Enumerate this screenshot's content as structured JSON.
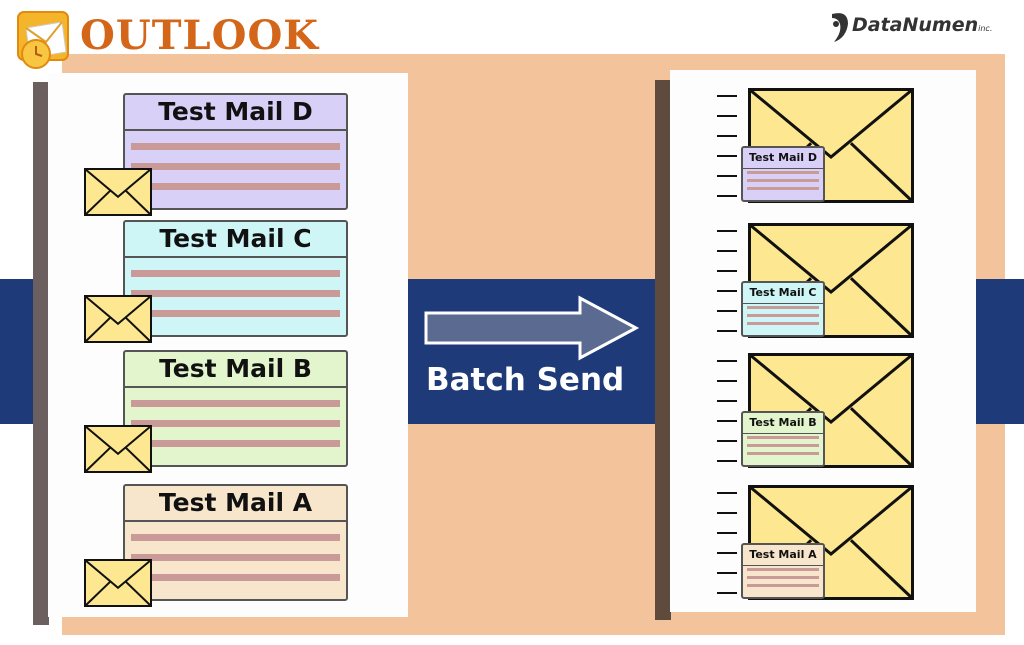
{
  "header": {
    "title": "OUTLOOK",
    "logo_text": "DataNumen",
    "logo_suffix": "inc."
  },
  "action": {
    "label": "Batch Send"
  },
  "colors": {
    "peach": "#f3c49b",
    "band": "#1f3a78",
    "arrow": "#5a6a90",
    "envelope": "#fde891",
    "lines": "#c99a98"
  },
  "mails": [
    {
      "label": "Test Mail D",
      "color": "#d9d0f7"
    },
    {
      "label": "Test Mail C",
      "color": "#cff6f6"
    },
    {
      "label": "Test Mail B",
      "color": "#e3f5cc"
    },
    {
      "label": "Test Mail A",
      "color": "#f8e6cc"
    }
  ]
}
